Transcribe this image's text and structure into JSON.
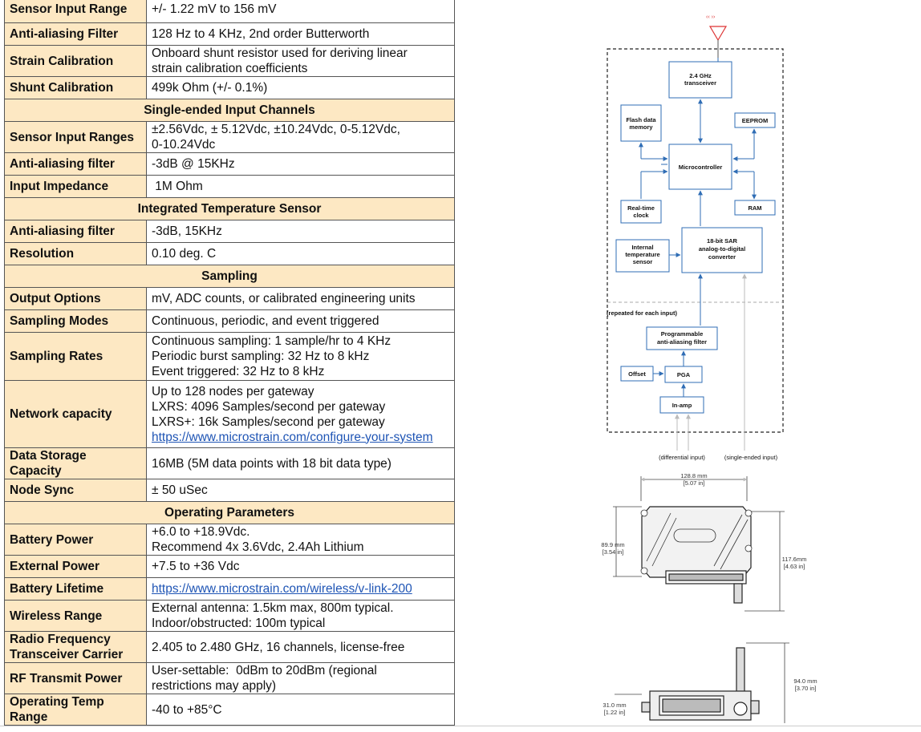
{
  "spec_rows": [
    {
      "type": "row",
      "key": "Sensor Input Range",
      "value": [
        "+/- 1.22 mV to 156 mV"
      ],
      "h": 34
    },
    {
      "type": "row",
      "key": "Anti-aliasing Filter",
      "value": [
        "128 Hz to 4 KHz, 2nd order Butterworth"
      ],
      "h": 28
    },
    {
      "type": "row",
      "key": "Strain Calibration",
      "value": [
        "Onboard shunt resistor used for deriving linear",
        "strain calibration coefficients"
      ],
      "h": 38
    },
    {
      "type": "row",
      "key": "Shunt Calibration",
      "value": [
        "499k Ohm (+/- 0.1%)"
      ],
      "h": 28
    },
    {
      "type": "section",
      "title": "Single-ended Input Channels",
      "h": 28
    },
    {
      "type": "row",
      "key": "Sensor Input Ranges",
      "value": [
        "±2.56Vdc, ± 5.12Vdc, ±10.24Vdc, 0-5.12Vdc,",
        "0-10.24Vdc"
      ],
      "h": 38
    },
    {
      "type": "row",
      "key": "Anti-aliasing filter",
      "value": [
        "-3dB @ 15KHz"
      ],
      "h": 28
    },
    {
      "type": "row",
      "key": "Input Impedance",
      "value": [
        " 1M Ohm"
      ],
      "h": 28
    },
    {
      "type": "section",
      "title": "Integrated Temperature Sensor",
      "h": 28
    },
    {
      "type": "row",
      "key": "Anti-aliasing filter",
      "value": [
        "-3dB, 15KHz"
      ],
      "h": 28
    },
    {
      "type": "row",
      "key": "Resolution",
      "value": [
        "0.10 deg. C"
      ],
      "h": 28
    },
    {
      "type": "section",
      "title": "Sampling",
      "h": 28
    },
    {
      "type": "row",
      "key": "Output Options",
      "value": [
        "mV, ADC counts, or calibrated engineering units"
      ],
      "h": 28
    },
    {
      "type": "row",
      "key": "Sampling Modes",
      "value": [
        "Continuous, periodic, and event triggered"
      ],
      "h": 28
    },
    {
      "type": "row",
      "key": "Sampling Rates",
      "value": [
        "Continuous sampling: 1 sample/hr to 4 KHz",
        "Periodic burst sampling: 32 Hz to 8 kHz",
        "Event triggered: 32 Hz to 8 kHz"
      ],
      "h": 60
    },
    {
      "type": "row",
      "key": "Network capacity",
      "value": [
        "Up to 128 nodes per gateway",
        "LXRS: 4096 Samples/second per gateway",
        "LXRS+: 16k Samples/second per gateway"
      ],
      "link": "https://www.microstrain.com/configure-your-system",
      "h": 84
    },
    {
      "type": "row",
      "key": "Data Storage Capacity",
      "value": [
        "16MB (5M data points with 18 bit data type)"
      ],
      "h": 38
    },
    {
      "type": "row",
      "key": "Node Sync",
      "value": [
        "± 50 uSec"
      ],
      "h": 28
    },
    {
      "type": "section",
      "title": "Operating Parameters",
      "h": 28
    },
    {
      "type": "row",
      "key": "Battery Power",
      "value": [
        "+6.0 to +18.9Vdc.",
        "Recommend 4x 3.6Vdc, 2.4Ah Lithium"
      ],
      "h": 38
    },
    {
      "type": "row",
      "key": "External Power",
      "value": [
        "+7.5 to +36 Vdc"
      ],
      "h": 28
    },
    {
      "type": "row",
      "key": "Battery Lifetime",
      "value": [],
      "link": "https://www.microstrain.com/wireless/v-link-200",
      "h": 28
    },
    {
      "type": "row",
      "key": "Wireless Range",
      "value": [
        "External antenna: 1.5km max, 800m typical.",
        "Indoor/obstructed: 100m typical"
      ],
      "h": 38
    },
    {
      "type": "row",
      "key": "Radio Frequency Transceiver Carrier",
      "value": [
        "2.405 to 2.480 GHz, 16 channels, license-free"
      ],
      "h": 38
    },
    {
      "type": "row",
      "key": "RF Transmit Power",
      "value": [
        "User-settable:  0dBm to 20dBm (regional",
        "restrictions may apply)"
      ],
      "h": 38
    },
    {
      "type": "row",
      "key": "Operating Temp Range",
      "value": [
        "-40 to +85°C"
      ],
      "h": 38
    }
  ],
  "block_diagram": {
    "transceiver": [
      "2.4 GHz",
      "transceiver"
    ],
    "flash": [
      "Flash data",
      "memory"
    ],
    "eeprom": "EEPROM",
    "micro": "Microcontroller",
    "rtc": [
      "Real-time",
      "clock"
    ],
    "ram": "RAM",
    "adc": [
      "18-bit  SAR",
      "analog-to-digital",
      "converter"
    ],
    "temp": [
      "Internal",
      "temperature",
      "sensor"
    ],
    "repeated": "(repeated for each input)",
    "filter": [
      "Programmable",
      "anti-aliasing filter"
    ],
    "offset": "Offset",
    "pga": "PGA",
    "inamp": "In-amp",
    "diff_input": "(differential input)",
    "single_input": "(single-ended input)"
  },
  "dimensions": {
    "width_mm": "128.8 mm",
    "width_in": "[5.07 in]",
    "height_mm": "89.9 mm",
    "height_in": "[3.54 in]",
    "total_mm": "117.6mm",
    "total_in": "[4.63 in]",
    "side_h_mm": "94.0 mm",
    "side_h_in": "[3.70 in]",
    "depth_mm": "31.0 mm",
    "depth_in": "[1.22 in]"
  },
  "colors": {
    "header_bg": "#fde8c3",
    "diagram_blue": "#2f6db5",
    "link": "#1f55b5"
  }
}
